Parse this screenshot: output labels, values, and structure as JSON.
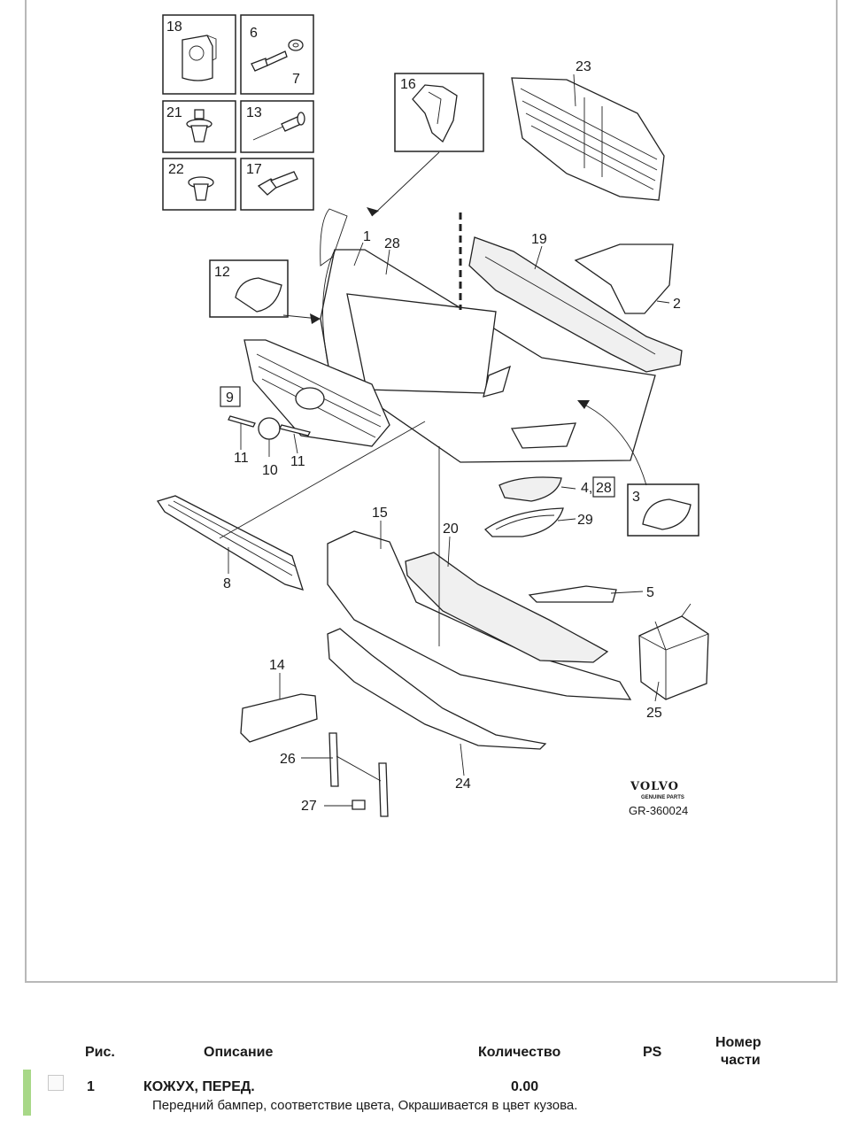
{
  "diagram": {
    "callouts": [
      "18",
      "6",
      "7",
      "21",
      "13",
      "22",
      "17",
      "16",
      "23",
      "1",
      "28",
      "19",
      "2",
      "12",
      "9",
      "11",
      "10",
      "11",
      "3",
      "4,",
      "28",
      "29",
      "15",
      "20",
      "5",
      "8",
      "14",
      "25",
      "26",
      "24",
      "27"
    ],
    "brand": "VOLVO",
    "brand_sub": "GENUINE PARTS",
    "diagram_code": "GR-360024"
  },
  "table": {
    "headers": {
      "fig": "Рис.",
      "description": "Описание",
      "quantity": "Количество",
      "ps": "PS",
      "part_number_line1": "Номер",
      "part_number_line2": "части"
    },
    "rows": [
      {
        "fig": "1",
        "name": "КОЖУХ, ПЕРЕД.",
        "quantity": "0.00",
        "note": "Передний бампер, соответствие цвета, Окрашивается в цвет кузова."
      }
    ]
  }
}
